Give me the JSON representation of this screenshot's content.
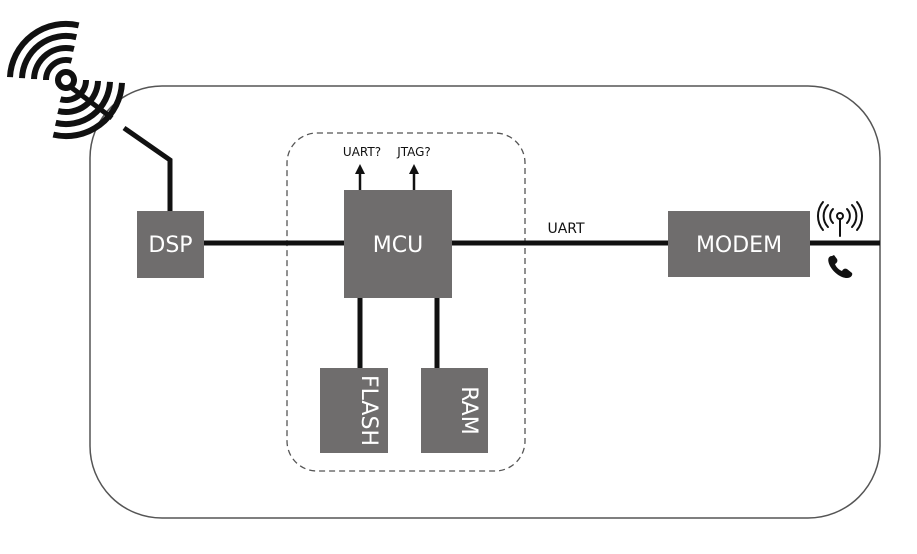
{
  "diagram": {
    "blocks": {
      "dsp": "DSP",
      "mcu": "MCU",
      "modem": "MODEM",
      "flash": "FLASH",
      "ram": "RAM"
    },
    "labels": {
      "uart_debug": "UART?",
      "jtag_debug": "JTAG?",
      "uart_bus": "UART"
    },
    "icons": {
      "antenna": "wireless-antenna-icon",
      "radio": "radio-signal-icon",
      "phone": "phone-icon"
    },
    "colors": {
      "block_fill": "#6f6d6d",
      "line": "#111111",
      "enclosure": "#555555"
    }
  }
}
